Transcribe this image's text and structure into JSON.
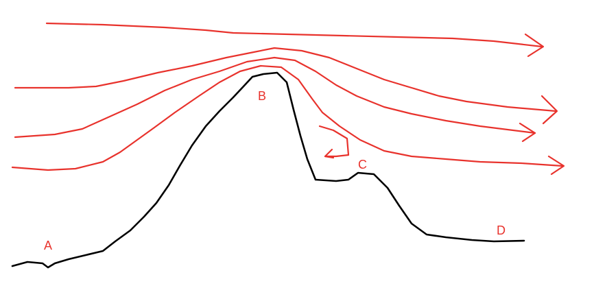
{
  "labels": {
    "a": "A",
    "b": "B",
    "c": "C",
    "d": "D"
  },
  "colors": {
    "terrain": "#000000",
    "flow": "#e8322c",
    "background": "#ffffff"
  },
  "icons": {
    "flow_arrowhead": "arrow-right-icon",
    "eddy": "return-arrow-icon"
  }
}
